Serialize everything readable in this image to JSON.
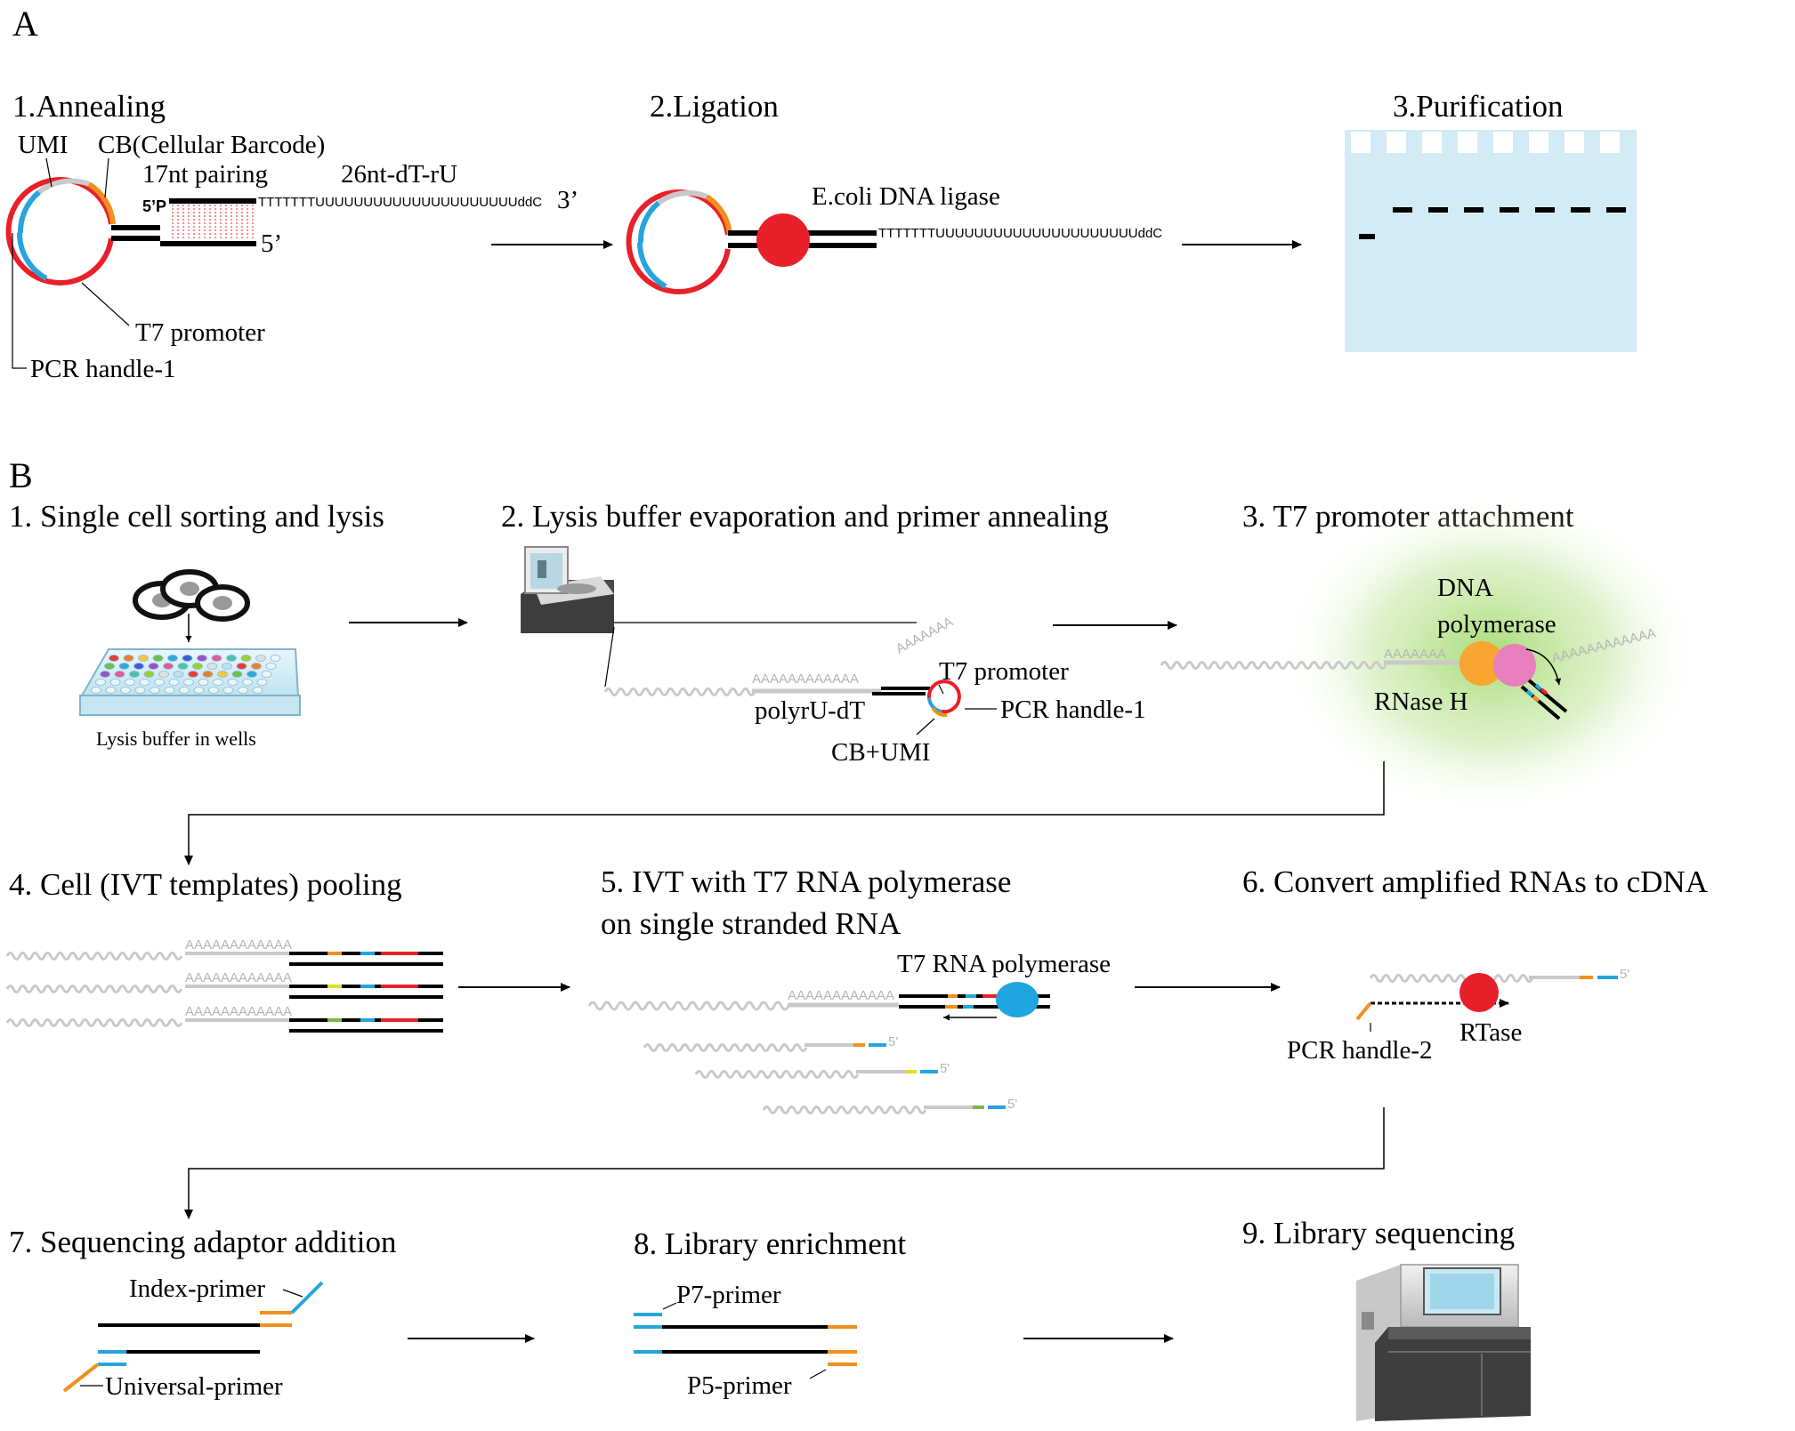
{
  "panels": {
    "a": "A",
    "b": "B"
  },
  "panel_a": {
    "steps": [
      "1.Annealing",
      "2.Ligation",
      "3.Purification"
    ],
    "labels": {
      "umi": "UMI",
      "cb": "CB(Cellular Barcode)",
      "pairing": "17nt pairing",
      "dt_ru": "26nt-dT-rU",
      "five_p": "5’P",
      "prime3": "3’",
      "prime5": "5’",
      "t7": "T7 promoter",
      "pcr1": "PCR handle-1",
      "ligase": "E.coli DNA ligase",
      "seq": "TTTTTTTUUUUUUUUUUUUUUUUUUUUUddC"
    }
  },
  "panel_b": {
    "steps": [
      "1. Single cell sorting and lysis",
      "2. Lysis buffer evaporation and primer annealing",
      "3. T7 promoter attachment",
      "4. Cell (IVT templates) pooling",
      "5. IVT  with T7 RNA polymerase",
      "on single stranded RNA",
      "6. Convert amplified RNAs to cDNA",
      "7. Sequencing adaptor addition",
      "8. Library enrichment",
      "9. Library sequencing"
    ],
    "labels": {
      "lysis_buffer": "Lysis buffer in wells",
      "t7": "T7 promoter",
      "polyru": "polyrU-dT",
      "pcr1": "PCR handle-1",
      "cbumi": "CB+UMI",
      "dnapol1": "DNA",
      "dnapol2": "polymerase",
      "rnaseh": "RNase H",
      "t7rnapol": "T7 RNA polymerase",
      "pcr2": "PCR handle-2",
      "rtase": "RTase",
      "index": "Index-primer",
      "universal": "Universal-primer",
      "p7": "P7-primer",
      "p5": "P5-primer",
      "polya": "AAAAAAAAAAAA",
      "polya_short": "AAAAAAA",
      "five": "5'"
    }
  },
  "colors": {
    "red": "#e8202a",
    "blue": "#27a4dd",
    "orange": "#f0901e",
    "gray": "#c9c9c9",
    "green": "#7ab648",
    "yellow": "#e2df22",
    "gel": "#d3ebf5",
    "cell_blue": "#1fa5e0",
    "enzyme_orange": "#f8a532",
    "enzyme_pink": "#e77fbd"
  }
}
